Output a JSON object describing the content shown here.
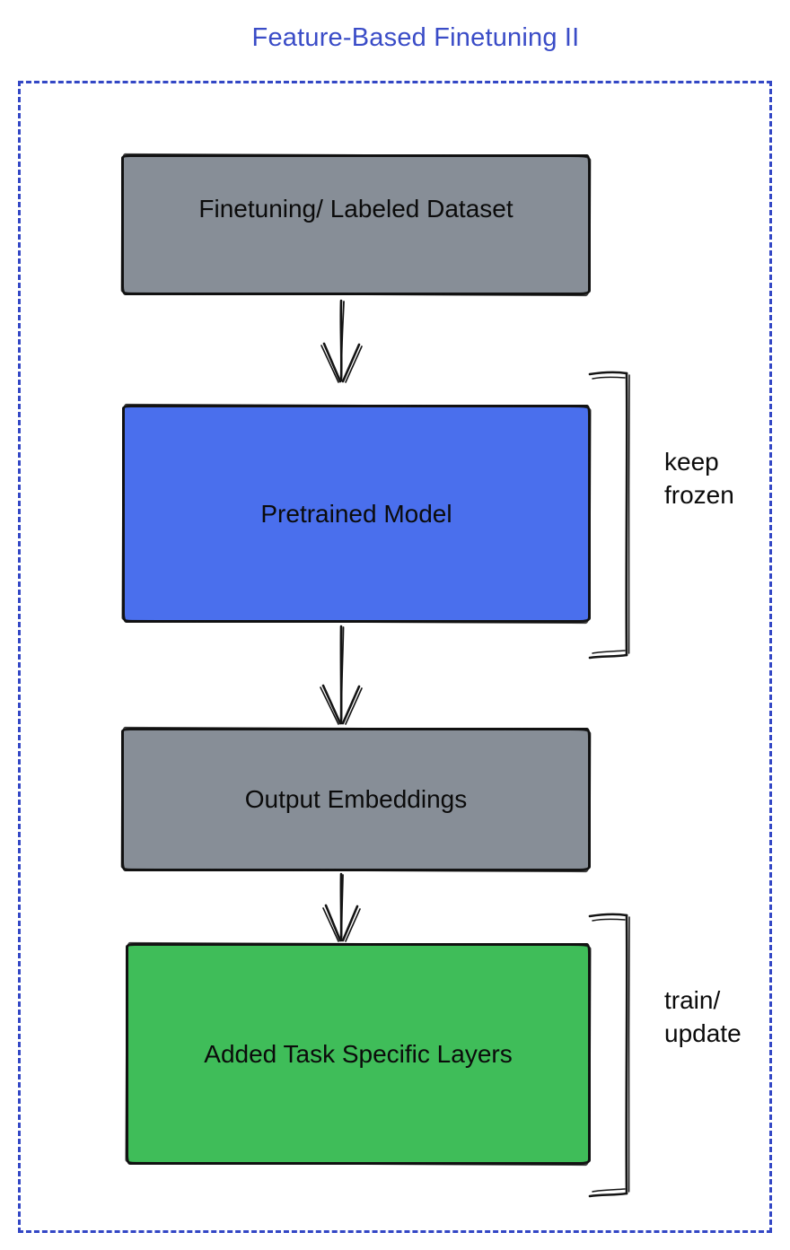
{
  "title": "Feature-Based Finetuning II",
  "nodes": [
    {
      "id": "finetuning-dataset",
      "label": "Finetuning/ Labeled Dataset",
      "fill": "#878E97"
    },
    {
      "id": "pretrained-model",
      "label": "Pretrained Model",
      "fill": "#4A6FED"
    },
    {
      "id": "output-embeddings",
      "label": "Output Embeddings",
      "fill": "#878E97"
    },
    {
      "id": "added-task-specific-layers",
      "label": "Added Task Specific Layers",
      "fill": "#3FBD59"
    }
  ],
  "annotations": [
    {
      "id": "keep-frozen",
      "text": "keep\nfrozen",
      "target": "pretrained-model"
    },
    {
      "id": "train-update",
      "text": "train/\nupdate",
      "target": "added-task-specific-layers"
    }
  ],
  "colors": {
    "title_text": "#3A4CC7",
    "frame_border": "#3347C5",
    "node_stroke": "#141414",
    "node_gray": "#878E97",
    "node_blue": "#4A6FED",
    "node_green": "#3FBD59",
    "background": "#FFFFFF"
  }
}
